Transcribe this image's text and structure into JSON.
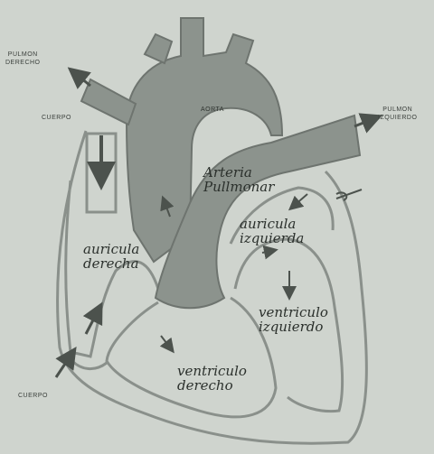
{
  "labels": {
    "pulmon_derecho_line1": "PULMON",
    "pulmon_derecho_line2": "DERECHO",
    "pulmon_izquierdo_line1": "PULMON",
    "pulmon_izquierdo_line2": "IZQUIERDO",
    "cuerpo_top": "CUERPO",
    "cuerpo_bottom": "CUERPO",
    "aorta": "AORTA",
    "arteria_line1": "Arteria",
    "arteria_line2": "Pullmonar",
    "auricula_der_line1": "auricula",
    "auricula_der_line2": "derecha",
    "auricula_izq_line1": "auricula",
    "auricula_izq_line2": "izquierda",
    "ventriculo_izq_line1": "ventriculo",
    "ventriculo_izq_line2": "izquierdo",
    "ventriculo_der_line1": "ventriculo",
    "ventriculo_der_line2": "derecho"
  },
  "colors": {
    "background": "#cfd4ce",
    "vessel_fill": "#8c938d",
    "outline": "#6e746f",
    "arrow": "#4c524d",
    "text": "#2b302c"
  }
}
